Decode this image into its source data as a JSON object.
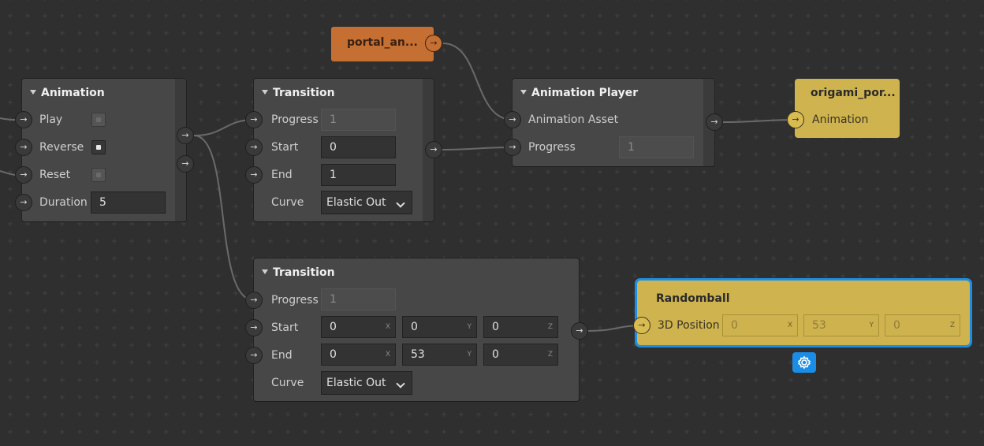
{
  "colors": {
    "canvas": "#2f2f2f",
    "node": "#474747",
    "asset_yellow": "#cfb34e",
    "asset_orange": "#c66f33",
    "selection": "#1a8ee6"
  },
  "icons": {
    "port": "arrow-right-icon",
    "collapse": "triangle-down-icon",
    "dropdown": "chevron-down-icon",
    "settings": "gear-icon"
  },
  "nodes": {
    "portal": {
      "title": "portal_an..."
    },
    "animation": {
      "title": "Animation",
      "play_label": "Play",
      "reverse_label": "Reverse",
      "reset_label": "Reset",
      "duration_label": "Duration",
      "duration_value": "5"
    },
    "transition1": {
      "title": "Transition",
      "progress_label": "Progress",
      "progress_value": "1",
      "start_label": "Start",
      "start_value": "0",
      "end_label": "End",
      "end_value": "1",
      "curve_label": "Curve",
      "curve_value": "Elastic Out"
    },
    "animation_player": {
      "title": "Animation Player",
      "asset_label": "Animation Asset",
      "progress_label": "Progress",
      "progress_value": "1"
    },
    "origami": {
      "title": "origami_por...",
      "animation_label": "Animation"
    },
    "transition2": {
      "title": "Transition",
      "progress_label": "Progress",
      "progress_value": "1",
      "start_label": "Start",
      "start_x": "0",
      "start_y": "0",
      "start_z": "0",
      "end_label": "End",
      "end_x": "0",
      "end_y": "53",
      "end_z": "0",
      "curve_label": "Curve",
      "curve_value": "Elastic Out"
    },
    "randomball": {
      "title": "Randomball",
      "position_label": "3D Position",
      "x": "0",
      "y": "53",
      "z": "0"
    },
    "axes": {
      "x": "X",
      "y": "Y",
      "z": "Z"
    }
  }
}
